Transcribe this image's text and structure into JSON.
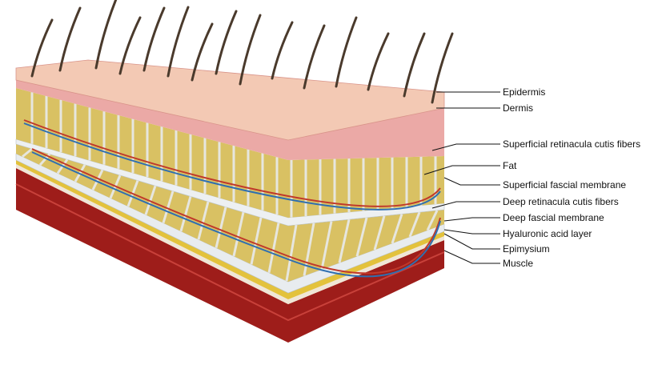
{
  "labels": [
    {
      "text": "Epidermis"
    },
    {
      "text": "Dermis"
    },
    {
      "text": "Superficial retinacula cutis fibers"
    },
    {
      "text": "Fat"
    },
    {
      "text": "Superficial fascial membrane"
    },
    {
      "text": "Deep retinacula cutis fibers"
    },
    {
      "text": "Deep fascial membrane"
    },
    {
      "text": "Hyaluronic acid layer"
    },
    {
      "text": "Epimysium"
    },
    {
      "text": "Muscle"
    }
  ],
  "colors": {
    "epidermis": "#f3c9b4",
    "dermis": "#eba9a6",
    "fat": "#d9c163",
    "membrane": "#e8ecef",
    "hyaluronic": "#e3c23c",
    "muscle": "#9e1d1a",
    "hair": "#4a3a2c"
  }
}
